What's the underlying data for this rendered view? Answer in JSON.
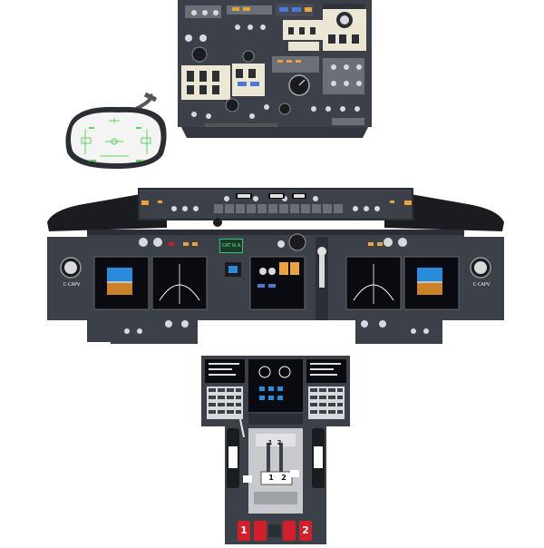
{
  "colors": {
    "panel": "#3c4049",
    "panel_dark": "#2b2e35",
    "glareshield": "#1b1c1f",
    "knob": "#cfd2d6",
    "annunciator_amber": "#e8a43a",
    "annunciator_green": "#2ecc71",
    "display_black": "#0a0b10",
    "adi_sky": "#2a8bd8",
    "adi_ground": "#c9822a",
    "hud_symbology": "#5fd35f",
    "warning_red": "#d21f2a",
    "overhead_cream": "#ece6d4"
  },
  "icons": [
    "overhead-panel-icon",
    "hud-combiner-icon",
    "glareshield-icon",
    "main-instrument-panel-icon",
    "pedestal-icon",
    "throttle-quadrant-icon",
    "fire-handle-icon"
  ],
  "main_panel": {
    "autoland_status": "CAT III A",
    "left_clock_label": "C-CAPV",
    "right_clock_label": "C-CAPV"
  },
  "pedestal": {
    "lever_number_left": "1",
    "lever_number_right": "2",
    "flap_labels": [
      "1",
      "2"
    ],
    "fire_handle_left": "1",
    "fire_handle_right": "2"
  }
}
